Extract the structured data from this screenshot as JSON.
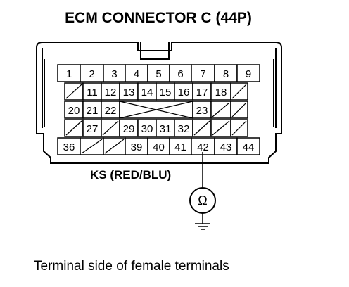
{
  "diagram": {
    "title": "ECM CONNECTOR C (44P)",
    "caption": "Terminal side of female terminals",
    "wire_label": "KS (RED/BLU)",
    "meter_symbol": "Ω",
    "connector": {
      "rows": [
        [
          {
            "pin": "1"
          },
          {
            "pin": "2"
          },
          {
            "pin": "3"
          },
          {
            "pin": "4"
          },
          {
            "pin": "5"
          },
          {
            "pin": "6"
          },
          {
            "pin": "7"
          },
          {
            "pin": "8"
          },
          {
            "pin": "9"
          }
        ],
        [
          {
            "pin": ""
          },
          {
            "pin": "11"
          },
          {
            "pin": "12"
          },
          {
            "pin": "13"
          },
          {
            "pin": "14"
          },
          {
            "pin": "15"
          },
          {
            "pin": "16"
          },
          {
            "pin": "17"
          },
          {
            "pin": "18"
          },
          {
            "pin": ""
          }
        ],
        [
          {
            "pin": "20"
          },
          {
            "pin": "21"
          },
          {
            "pin": "22"
          },
          {
            "pin": "",
            "span": 4
          },
          {
            "pin": "23"
          },
          {
            "pin": ""
          },
          {
            "pin": ""
          }
        ],
        [
          {
            "pin": ""
          },
          {
            "pin": "27"
          },
          {
            "pin": ""
          },
          {
            "pin": "29"
          },
          {
            "pin": "30"
          },
          {
            "pin": "31"
          },
          {
            "pin": "32"
          },
          {
            "pin": ""
          },
          {
            "pin": ""
          },
          {
            "pin": ""
          }
        ],
        [
          {
            "pin": "36"
          },
          {
            "pin": ""
          },
          {
            "pin": ""
          },
          {
            "pin": "39"
          },
          {
            "pin": "40"
          },
          {
            "pin": "41"
          },
          {
            "pin": "42"
          },
          {
            "pin": "43"
          },
          {
            "pin": "44"
          }
        ]
      ]
    }
  }
}
